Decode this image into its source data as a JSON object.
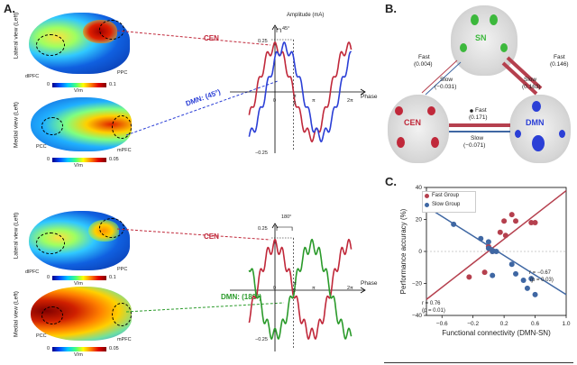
{
  "panel_a": {
    "letter": "A.",
    "lateral_view": "Lateral view (Left)",
    "medial_view": "Medial view (Left)",
    "dlpfc": "dlPFC",
    "ppc": "PPC",
    "pcc": "PCC",
    "mpfc": "mPFC",
    "cbar_min": "0",
    "cbar_unit": "V/m",
    "cbar_max_lateral": "0.1",
    "cbar_max_medial": "0.05",
    "top": {
      "cen": "CEN",
      "dmn": "DMN: (45°)",
      "amplitude": "Amplitude (mA)",
      "phase": "Phase",
      "offset_label": "45°",
      "ymax": "0.25",
      "ymin": "−0.25",
      "x0": "0",
      "xhalfpi": "π",
      "xhalfpi_den": "2",
      "xpi": "π",
      "x2pi": "2π"
    },
    "bottom": {
      "cen": "CEN",
      "dmn": "DMN: (180°)",
      "phase": "Phase",
      "offset_label": "180°",
      "ymax": "0.25",
      "ymin": "−0.25",
      "x0": "0",
      "xhalfpi": "π",
      "xhalfpi_den": "2",
      "xpi": "π",
      "x2pi": "2π"
    }
  },
  "panel_b": {
    "letter": "B.",
    "sn": "SN",
    "cen": "CEN",
    "dmn": "DMN",
    "left_fast": "Fast",
    "left_fast_val": "(0.004)",
    "left_slow": "Slow",
    "left_slow_val": "(−0.031)",
    "right_fast": "Fast",
    "right_fast_val": "(0.146)",
    "right_slow": "Slow",
    "right_slow_val": "(0.163)",
    "mid_fast": "Fast",
    "mid_fast_val": "(0.171)",
    "mid_slow": "Slow",
    "mid_slow_val": "(−0.071)"
  },
  "panel_c": {
    "letter": "C.",
    "legend_fast": "Fast Group",
    "legend_slow": "Slow Group",
    "r_slow": "r = −0.67",
    "p_slow": "(p = 0.03)",
    "r_fast": "r = 0.76",
    "p_fast": "(p = 0.01)",
    "colors": {
      "fast": "#b5404e",
      "slow": "#3f67a3"
    }
  },
  "chart_data": [
    {
      "type": "line",
      "title": "",
      "xlabel": "Phase",
      "ylabel": "Amplitude (mA)",
      "ylim": [
        -0.25,
        0.25
      ],
      "x_ticks": [
        "0",
        "π/2",
        "π",
        "2π"
      ],
      "series": [
        {
          "name": "CEN",
          "color": "#c0283a",
          "phase_offset_deg": 0
        },
        {
          "name": "DMN: (45°)",
          "color": "#2b3fd6",
          "phase_offset_deg": 45
        }
      ]
    },
    {
      "type": "line",
      "title": "",
      "xlabel": "Phase",
      "ylabel": "",
      "ylim": [
        -0.25,
        0.25
      ],
      "x_ticks": [
        "0",
        "π/2",
        "π",
        "2π"
      ],
      "series": [
        {
          "name": "CEN",
          "color": "#c0283a",
          "phase_offset_deg": 0
        },
        {
          "name": "DMN: (180°)",
          "color": "#2a9a2a",
          "phase_offset_deg": 180
        }
      ]
    },
    {
      "type": "scatter",
      "title": "",
      "xlabel": "Functional connectivity (DMN-SN)",
      "ylabel": "Performance accuracy (%)",
      "xlim": [
        -0.8,
        1.0
      ],
      "ylim": [
        -40,
        40
      ],
      "x_ticks": [
        -0.6,
        -0.2,
        0.2,
        0.6,
        1.0
      ],
      "x_tick_labels": [
        "−0.6",
        "−0.2",
        "0.2",
        "0.6",
        "1.0"
      ],
      "y_ticks": [
        -40,
        -20,
        0,
        20,
        40
      ],
      "y_tick_labels": [
        "−40",
        "−20",
        "0",
        "20",
        "40"
      ],
      "series": [
        {
          "name": "Fast Group",
          "color": "#b5404e",
          "x": [
            -0.25,
            -0.05,
            0.0,
            0.05,
            0.15,
            0.2,
            0.22,
            0.3,
            0.35,
            0.55,
            0.6
          ],
          "y": [
            -16,
            -13,
            3,
            0,
            12,
            19,
            10,
            23,
            19,
            18,
            18
          ],
          "fit": [
            [
              -0.8,
              -30
            ],
            [
              1.0,
              38
            ]
          ]
        },
        {
          "name": "Slow Group",
          "color": "#3f67a3",
          "x": [
            -0.45,
            -0.1,
            0.0,
            0.0,
            0.05,
            0.05,
            0.1,
            0.3,
            0.35,
            0.45,
            0.5,
            0.55,
            0.6
          ],
          "y": [
            17,
            8,
            2,
            6,
            -15,
            0,
            0,
            -8,
            -14,
            -18,
            -23,
            -17,
            -27
          ],
          "fit": [
            [
              -0.8,
              28
            ],
            [
              1.0,
              -27
            ]
          ]
        }
      ]
    }
  ]
}
